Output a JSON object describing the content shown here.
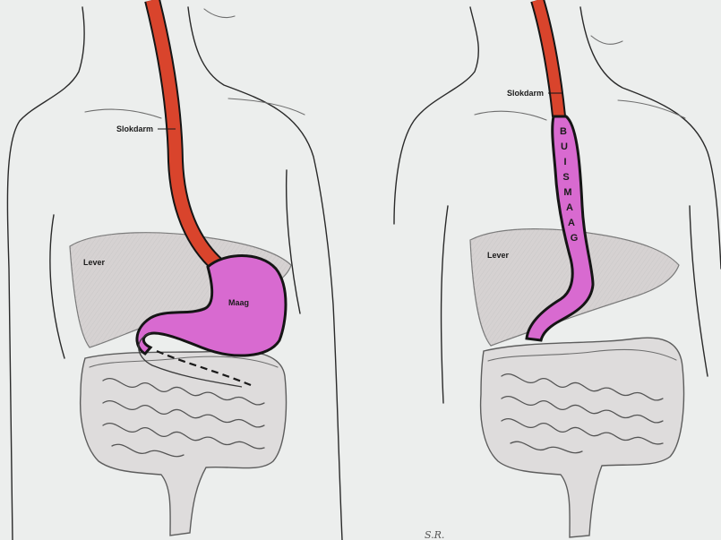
{
  "colors": {
    "paper": "#eceeed",
    "esophagus": "#d9442c",
    "stomach": "#d86ad0",
    "liver": "#d6d2d2",
    "outline": "#2a2a2a"
  },
  "left_figure": {
    "labels": {
      "esophagus": "Slokdarm",
      "liver": "Lever",
      "stomach": "Maag"
    }
  },
  "right_figure": {
    "labels": {
      "esophagus": "Slokdarm",
      "liver": "Lever",
      "tube_stomach_letters": [
        "B",
        "U",
        "I",
        "S",
        "M",
        "A",
        "A",
        "G"
      ]
    }
  },
  "signature": "S.R."
}
